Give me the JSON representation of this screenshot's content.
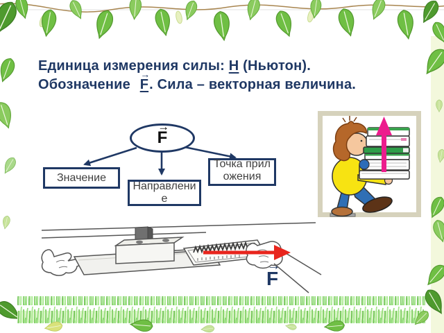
{
  "vector_arrow": "→",
  "title": {
    "line1": {
      "pre": "Единица измерения силы: ",
      "unit": "Н",
      "post": " (Ньютон)."
    },
    "line2": {
      "pre": "Обозначение ",
      "symbol": "F",
      "post": ".  Сила – векторная величина."
    }
  },
  "diagram": {
    "root_symbol": "F",
    "boxes": [
      {
        "label": "Значение"
      },
      {
        "label": "Направление"
      },
      {
        "label": "Точка приложения"
      }
    ]
  },
  "experiment": {
    "force_symbol": "F"
  },
  "colors": {
    "title_navy": "#1F3864",
    "red_arrow": "#E8251D",
    "pink_arrow": "#EC1C8D",
    "leaf_green": "#6FBF44",
    "frame_beige": "#D6D2BC",
    "grass_green": "#8FDE76"
  }
}
